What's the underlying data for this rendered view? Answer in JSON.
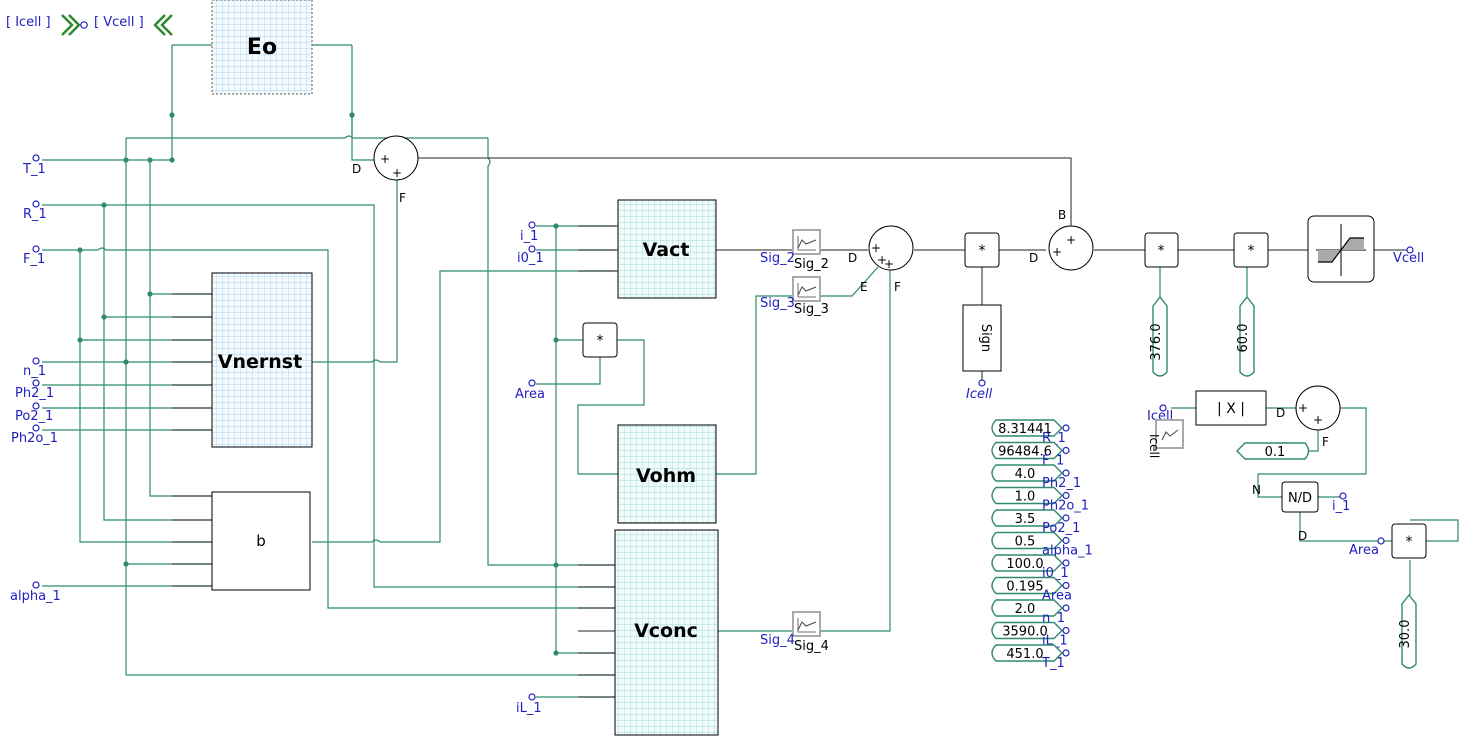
{
  "tags": {
    "icell": "[ Icell ]",
    "vcell": "[ Vcell ]"
  },
  "blocks": {
    "eo": "Eo",
    "vnernst": "Vnernst",
    "b": "b",
    "vact": "Vact",
    "vohm": "Vohm",
    "vconc": "Vconc",
    "sign": "Sign",
    "abs": "| X |",
    "divide": "N/D",
    "mult": "*"
  },
  "inputs": {
    "t": "T_1",
    "r": "R_1",
    "f": "F_1",
    "n": "n_1",
    "ph2": "Ph2_1",
    "po2": "Po2_1",
    "ph2o": "Ph2o_1",
    "alpha": "alpha_1",
    "i": "i_1",
    "i0": "i0_1",
    "area": "Area",
    "il": "iL_1",
    "icell_in": "Icell",
    "icell_probe": "Icell",
    "i_out": "i_1",
    "area2": "Area"
  },
  "outputs": {
    "vcell": "Vcell"
  },
  "sigs": {
    "sig2a": "Sig_2",
    "sig2b": "Sig_2",
    "sig3a": "Sig_3",
    "sig3b": "Sig_3",
    "sig4a": "Sig_4",
    "sig4b": "Sig_4"
  },
  "port_letters": {
    "d": "D",
    "f": "F",
    "e": "E",
    "b": "B",
    "n": "N"
  },
  "consts": {
    "c376": "376.0",
    "c60": "60.0",
    "c01": "0.1",
    "c30": "30.0"
  },
  "parameters": [
    {
      "value": "8.31441",
      "label": "R_1"
    },
    {
      "value": "96484.6",
      "label": "F_1"
    },
    {
      "value": "4.0",
      "label": "Ph2_1"
    },
    {
      "value": "1.0",
      "label": "Ph2o_1"
    },
    {
      "value": "3.5",
      "label": "Po2_1"
    },
    {
      "value": "0.5",
      "label": "alpha_1"
    },
    {
      "value": "100.0",
      "label": "i0_1"
    },
    {
      "value": "0.195",
      "label": "Area"
    },
    {
      "value": "2.0",
      "label": "n_1"
    },
    {
      "value": "3590.0",
      "label": "iL_1"
    },
    {
      "value": "451.0",
      "label": "T_1"
    }
  ]
}
